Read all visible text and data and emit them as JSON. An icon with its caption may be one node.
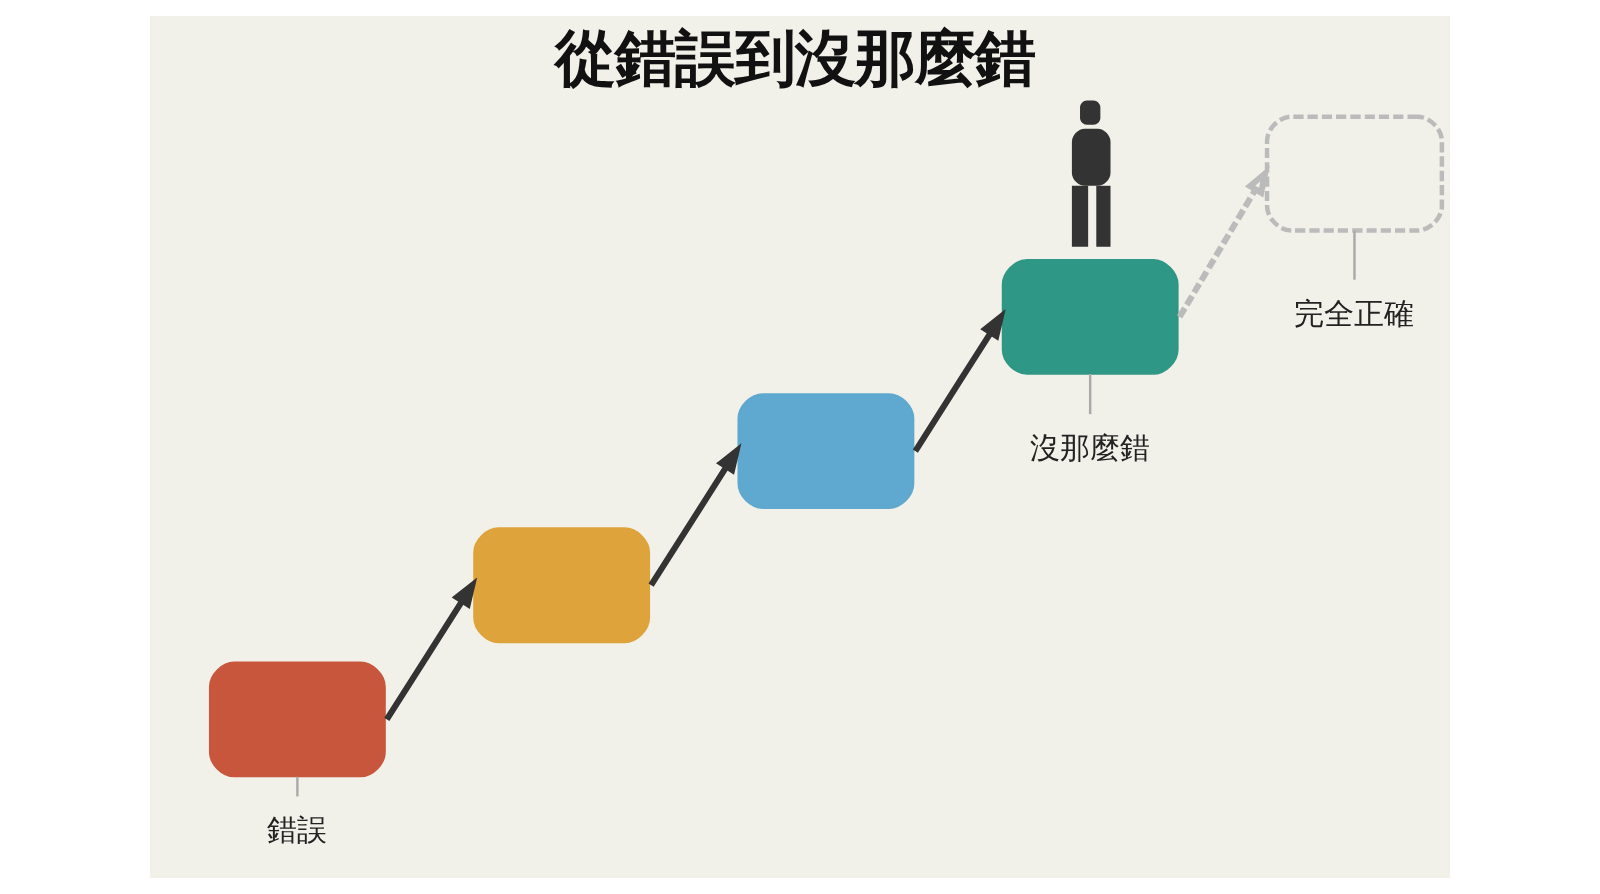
{
  "diagram": {
    "title": "從錯誤到沒那麼錯",
    "nodes": [
      {
        "text": [],
        "shape": "box"
      },
      {
        "text": [],
        "shape": "box"
      },
      {
        "text": [],
        "shape": "box"
      },
      {
        "text": [],
        "shape": "box"
      },
      {
        "text": [],
        "shape": "box"
      },
      {
        "text": [],
        "shape": "person"
      },
      {
        "text": [
          "錯誤"
        ]
      },
      {
        "text": [
          "沒那麼錯"
        ]
      },
      {
        "text": [
          "完全正確"
        ]
      }
    ],
    "edges": [
      {
        "from": 0,
        "to": 1,
        "arrow": "to"
      },
      {
        "from": 1,
        "to": 2,
        "arrow": "to"
      },
      {
        "from": 2,
        "to": 3,
        "arrow": "to"
      },
      {
        "from": 3,
        "to": 4,
        "arrow": "to",
        "style": "dashed",
        "color": "#bbbbbb"
      },
      {
        "from": 6,
        "to": 0,
        "arrow": "none",
        "color": "#aaaaaa"
      },
      {
        "from": 7,
        "to": 3,
        "arrow": "none",
        "color": "#aaaaaa"
      },
      {
        "from": 8,
        "to": 4,
        "arrow": "none",
        "color": "#aaaaaa"
      }
    ]
  }
}
